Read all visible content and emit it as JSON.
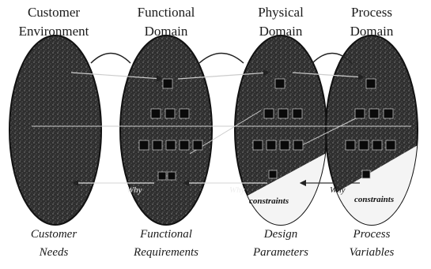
{
  "domains": [
    {
      "title": "Customer\nEnvironment",
      "caption": "Customer\nNeeds"
    },
    {
      "title": "Functional\nDomain",
      "caption": "Functional\nRequirements"
    },
    {
      "title": "Physical\nDomain",
      "caption": "Design\nParameters"
    },
    {
      "title": "Process\nDomain",
      "caption": "Process\nVariables"
    }
  ],
  "arrow_labels": {
    "why": "Why"
  },
  "constraint_label": "constraints",
  "colors": {
    "ellipse": "#2b2b2b",
    "block": "#0a0a0a",
    "arrow": "#1a1a1a",
    "constraint_fill": "#f4f4f4"
  }
}
